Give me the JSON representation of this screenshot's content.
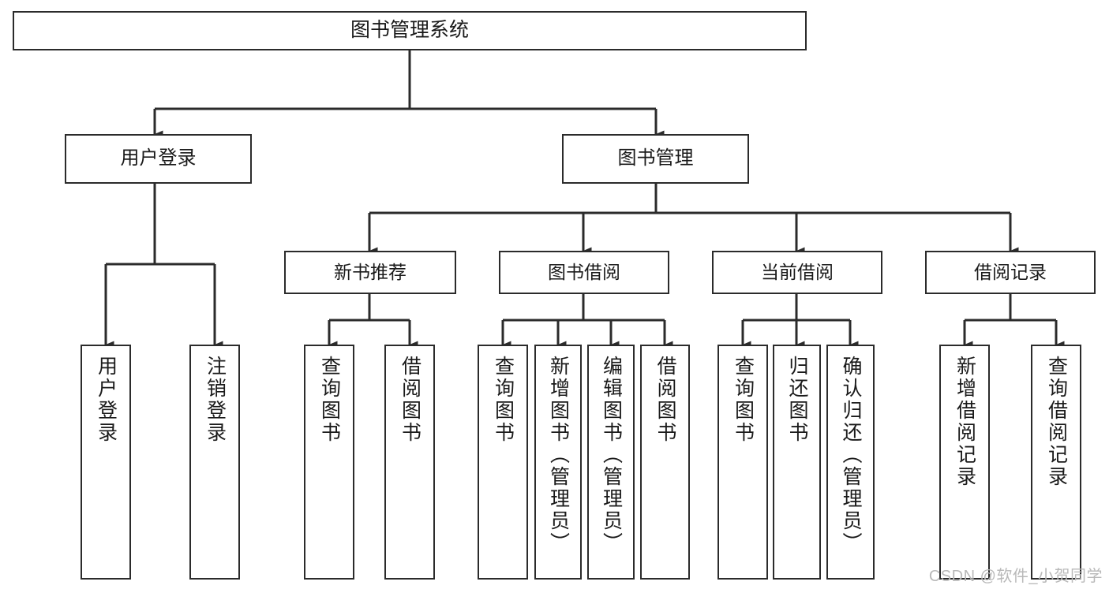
{
  "diagram": {
    "title": "图书管理系统",
    "type": "tree-hierarchy-diagram",
    "root": {
      "id": "root",
      "label": "图书管理系统"
    },
    "level2": [
      {
        "id": "user-login",
        "label": "用户登录"
      },
      {
        "id": "book-manage",
        "label": "图书管理"
      }
    ],
    "level3": [
      {
        "id": "new-book-rec",
        "label": "新书推荐"
      },
      {
        "id": "book-borrow",
        "label": "图书借阅"
      },
      {
        "id": "current-borrow",
        "label": "当前借阅"
      },
      {
        "id": "borrow-record",
        "label": "借阅记录"
      }
    ],
    "leaves": {
      "user_login": [
        {
          "id": "leaf-user-login",
          "label": "用户登录"
        },
        {
          "id": "leaf-logout-login",
          "label": "注销登录"
        }
      ],
      "new_book_rec": [
        {
          "id": "leaf-query-book-1",
          "label": "查询图书"
        },
        {
          "id": "leaf-borrow-book-1",
          "label": "借阅图书"
        }
      ],
      "book_borrow": [
        {
          "id": "leaf-query-book-2",
          "label": "查询图书"
        },
        {
          "id": "leaf-add-book",
          "label": "新增图书（管理员）"
        },
        {
          "id": "leaf-edit-book",
          "label": "编辑图书（管理员）"
        },
        {
          "id": "leaf-borrow-book-2",
          "label": "借阅图书"
        }
      ],
      "current_borrow": [
        {
          "id": "leaf-query-book-3",
          "label": "查询图书"
        },
        {
          "id": "leaf-return-book",
          "label": "归还图书"
        },
        {
          "id": "leaf-confirm-return",
          "label": "确认归还（管理员）"
        }
      ],
      "borrow_record": [
        {
          "id": "leaf-add-record",
          "label": "新增借阅记录"
        },
        {
          "id": "leaf-query-record",
          "label": "查询借阅记录"
        }
      ]
    },
    "colors": {
      "stroke": "#2b2b2b",
      "fill": "#ffffff",
      "text": "#1a1a1a",
      "watermark": "#b9b9b9"
    }
  },
  "watermark": {
    "text": "CSDN @软件_小贺同学"
  }
}
